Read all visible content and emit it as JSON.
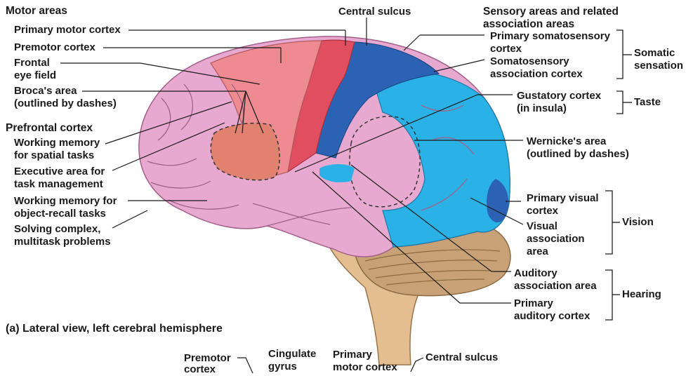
{
  "headers": {
    "motor": "Motor areas",
    "central_sulcus": "Central sulcus",
    "sensory_1": "Sensory areas and related",
    "sensory_2": "association areas",
    "prefrontal": "Prefrontal cortex"
  },
  "left_labels": {
    "primary_motor": "Primary motor cortex",
    "premotor": "Premotor cortex",
    "frontal_eye_1": "Frontal",
    "frontal_eye_2": "eye field",
    "broca_1": "Broca's area",
    "broca_2": "(outlined by dashes)",
    "wm_spatial_1": "Working memory",
    "wm_spatial_2": "for spatial tasks",
    "exec_1": "Executive area for",
    "exec_2": "task management",
    "wm_object_1": "Working memory for",
    "wm_object_2": "object-recall tasks",
    "solving_1": "Solving complex,",
    "solving_2": "multitask problems"
  },
  "right_labels": {
    "somatosensory_1": "Primary somatosensory",
    "somatosensory_2": "cortex",
    "soma_assoc_1": "Somatosensory",
    "soma_assoc_2": "association cortex",
    "gustatory_1": "Gustatory cortex",
    "gustatory_2": "(in insula)",
    "wernicke_1": "Wernicke's area",
    "wernicke_2": "(outlined by dashes)",
    "visual_1": "Primary visual",
    "visual_2": "cortex",
    "vis_assoc_1": "Visual",
    "vis_assoc_2": "association",
    "vis_assoc_3": "area",
    "aud_assoc_1": "Auditory",
    "aud_assoc_2": "association area",
    "aud_primary_1": "Primary",
    "aud_primary_2": "auditory cortex"
  },
  "groups": {
    "somatic_1": "Somatic",
    "somatic_2": "sensation",
    "taste": "Taste",
    "vision": "Vision",
    "hearing": "Hearing"
  },
  "caption": "(a) Lateral view, left cerebral hemisphere",
  "bottom_labels": {
    "premotor_1": "Premotor",
    "premotor_2": "cortex",
    "cingulate_1": "Cingulate",
    "cingulate_2": "gyrus",
    "primary_motor_1": "Primary",
    "primary_motor_2": "motor cortex",
    "central_sulcus": "Central sulcus"
  },
  "colors": {
    "pink": "#e7a9cf",
    "red": "#e04e5f",
    "light_red": "#ee8b90",
    "dark_blue": "#2b62b3",
    "cyan": "#2ab1e6",
    "cerebellum": "#c8a276",
    "brainstem": "#e2be91"
  }
}
